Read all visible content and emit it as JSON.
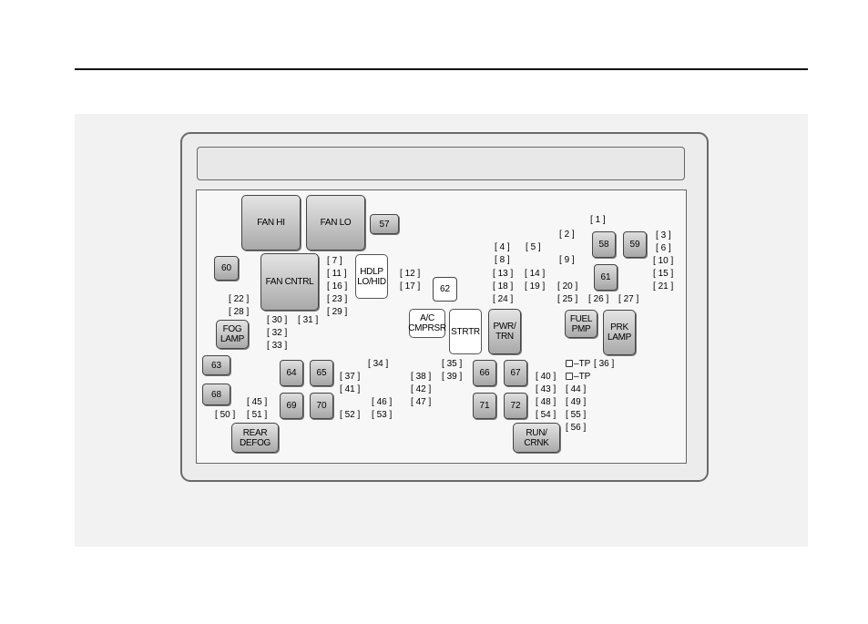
{
  "relays": {
    "fan_hi": "FAN HI",
    "fan_lo": "FAN LO",
    "fan_cntrl": "FAN CNTRL",
    "hdlp": "HDLP\nLO/HID",
    "fog_lamp": "FOG\nLAMP",
    "ac_cmprsr": "A/C\nCMPRSR",
    "strtr": "STRTR",
    "pwr_trn": "PWR/\nTRN",
    "fuel_pmp": "FUEL\nPMP",
    "prk_lamp": "PRK\nLAMP",
    "rear_defog": "REAR\nDEFOG",
    "run_crnk": "RUN/\nCRNK"
  },
  "mini_relays": {
    "r57": "57",
    "r58": "58",
    "r59": "59",
    "r60": "60",
    "r61": "61",
    "r62": "62",
    "r63": "63",
    "r64": "64",
    "r65": "65",
    "r66": "66",
    "r67": "67",
    "r68": "68",
    "r69": "69",
    "r70": "70",
    "r71": "71",
    "r72": "72"
  },
  "fuses": {
    "f1": "1",
    "f2": "2",
    "f3": "3",
    "f4": "4",
    "f5": "5",
    "f6": "6",
    "f7": "7",
    "f8": "8",
    "f9": "9",
    "f10": "10",
    "f11": "11",
    "f12": "12",
    "f13": "13",
    "f14": "14",
    "f15": "15",
    "f16": "16",
    "f17": "17",
    "f18": "18",
    "f19": "19",
    "f20": "20",
    "f21": "21",
    "f22": "22",
    "f23": "23",
    "f24": "24",
    "f25": "25",
    "f26": "26",
    "f27": "27",
    "f28": "28",
    "f29": "29",
    "f30": "30",
    "f31": "31",
    "f32": "32",
    "f33": "33",
    "f34": "34",
    "f35": "35",
    "f36": "36",
    "f37": "37",
    "f38": "38",
    "f39": "39",
    "f40": "40",
    "f41": "41",
    "f42": "42",
    "f43": "43",
    "f44": "44",
    "f45": "45",
    "f46": "46",
    "f47": "47",
    "f48": "48",
    "f49": "49",
    "f50": "50",
    "f51": "51",
    "f52": "52",
    "f53": "53",
    "f54": "54",
    "f55": "55",
    "f56": "56"
  },
  "test_points": {
    "tp1": "TP",
    "tp2": "TP"
  }
}
